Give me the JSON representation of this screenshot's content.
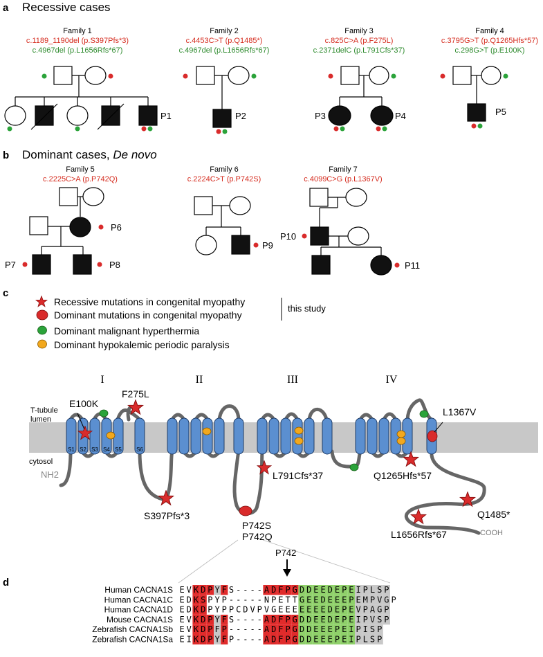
{
  "panel_a": {
    "letter": "a",
    "title": "Recessive cases",
    "families": [
      {
        "name": "Family 1",
        "mut1": "c.1189_1190del (p.S397Pfs*3)",
        "mut2": "c.4967del (p.L1656Rfs*67)",
        "patients": [
          "P1"
        ]
      },
      {
        "name": "Family 2",
        "mut1": "c.4453C>T (p.Q1485*)",
        "mut2": "c.4967del (p.L1656Rfs*67)",
        "patients": [
          "P2"
        ]
      },
      {
        "name": "Family 3",
        "mut1": "c.825C>A (p.F275L)",
        "mut2": "c.2371delC (p.L791Cfs*37)",
        "patients": [
          "P3",
          "P4"
        ]
      },
      {
        "name": "Family 4",
        "mut1": "c.3795G>T (p.Q1265Hfs*57)",
        "mut2": "c.298G>T (p.E100K)",
        "patients": [
          "P5"
        ]
      }
    ]
  },
  "panel_b": {
    "letter": "b",
    "title_plain": "Dominant cases,",
    "title_italic": "De novo",
    "families": [
      {
        "name": "Family 5",
        "mut": "c.2225C>A (p.P742Q)",
        "patients": [
          "P6",
          "P7",
          "P8"
        ]
      },
      {
        "name": "Family 6",
        "mut": "c.2224C>T (p.P742S)",
        "patients": [
          "P9"
        ]
      },
      {
        "name": "Family 7",
        "mut": "c.4099C>G (p.L1367V)",
        "patients": [
          "P10",
          "P11"
        ]
      }
    ]
  },
  "panel_c": {
    "letter": "c",
    "legend": [
      "Recessive mutations in congenital myopathy",
      "Dominant mutations in congenital myopathy",
      "Dominant malignant hyperthermia",
      "Dominant hypokalemic periodic paralysis"
    ],
    "this_study": "this study",
    "domains": [
      "I",
      "II",
      "III",
      "IV"
    ],
    "lumen": [
      "T-tubule",
      "lumen"
    ],
    "cytosol": "cytosol",
    "nterm": "NH2",
    "cterm": "COOH",
    "segments": [
      "S1",
      "S2",
      "S3",
      "S4",
      "S5",
      "S6"
    ],
    "mutation_labels": [
      "E100K",
      "F275L",
      "S397Pfs*3",
      "P742S",
      "P742Q",
      "L791Cfs*37",
      "Q1265Hfs*57",
      "L1367V",
      "Q1485*",
      "L1656Rfs*67"
    ],
    "colors": {
      "membrane": "#c8c8c8",
      "helix": "#5b8fd0",
      "star": "#d92b2b",
      "mh": "#2ba33a",
      "hypopp": "#f2a81d"
    }
  },
  "panel_d": {
    "letter": "d",
    "marker": "P742",
    "rows": [
      {
        "species": "Human CACNA1S",
        "seq": "EVKDPYFS----ADFPGDDEEDEPEIPLSP"
      },
      {
        "species": "Human CACNA1C",
        "seq": "EDKSPYP-----NPETTGEEDEEEPEMPVGP"
      },
      {
        "species": "Human CACNA1D",
        "seq": "EDKDPYPPCDVPVGEEEEEEEDEPEVPAGP"
      },
      {
        "species": "Mouse CACNA1S",
        "seq": "EVKDPYFS----ADFPGDDEEDEPEIPVSP"
      },
      {
        "species": "Zebrafish CACNA1Sb",
        "seq": "EVKDPFP-----ADFPGDDEEEPEIPISP"
      },
      {
        "species": "Zebrafish CACNA1Sa",
        "seq": "EIKDPYFP----ADFPGDDEEEPEIPLSP"
      }
    ]
  }
}
